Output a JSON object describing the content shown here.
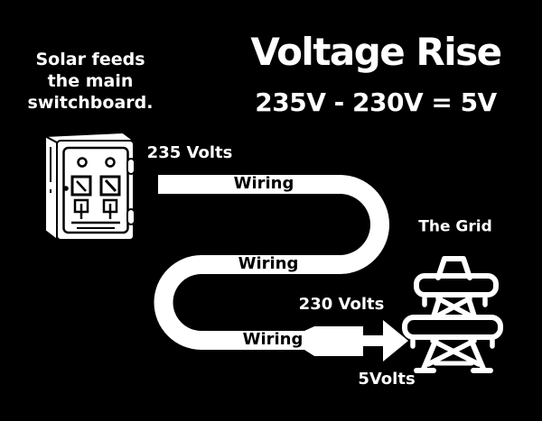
{
  "canvas": {
    "background": "#000000",
    "foreground": "#ffffff"
  },
  "header": {
    "title": "Voltage Rise",
    "equation": "235V - 230V = 5V"
  },
  "note": {
    "lines": [
      "Solar feeds",
      "the main",
      "switchboard."
    ]
  },
  "flow": {
    "start_voltage": "235 Volts",
    "wire_label_top": "Wiring",
    "wire_label_middle": "Wiring",
    "wire_label_bottom": "Wiring",
    "end_voltage": "230 Volts",
    "rise_value": "5Volts",
    "grid_label": "The Grid"
  },
  "icons": {
    "switchboard": "switchboard-cabinet-icon",
    "grid": "transmission-tower-icon",
    "arrow": "right-arrow-icon"
  },
  "colors": {
    "wire": "#ffffff",
    "wire_text": "#000000"
  }
}
